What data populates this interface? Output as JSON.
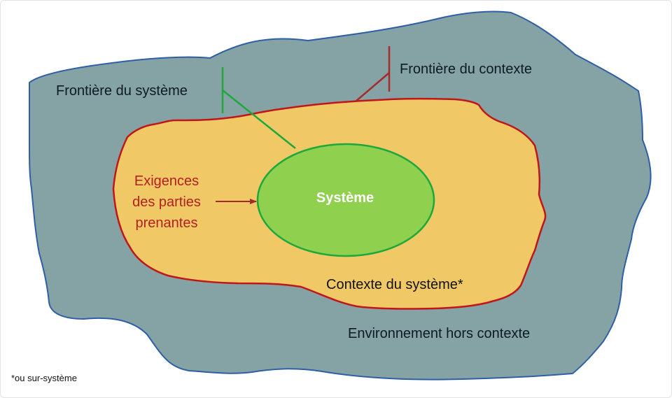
{
  "labels": {
    "system_boundary": "Frontière du système",
    "context_boundary": "Frontière du contexte",
    "stakeholder_requirements": [
      "Exigences",
      "des parties",
      "prenantes"
    ],
    "system": "Système",
    "system_context": "Contexte du système*",
    "environment": "Environnement hors contexte",
    "footnote": "*ou sur-système"
  },
  "colors": {
    "environment_fill": "#85a2a5",
    "environment_stroke": "#2e5fa6",
    "context_fill": "#f0c966",
    "context_stroke": "#c0161a",
    "system_fill": "#8fd14f",
    "system_stroke": "#1ea83c",
    "system_boundary_line": "#1ea83c",
    "context_boundary_line": "#a52a2a",
    "requirements_text": "#b32020",
    "arrow": "#a52a2a"
  }
}
